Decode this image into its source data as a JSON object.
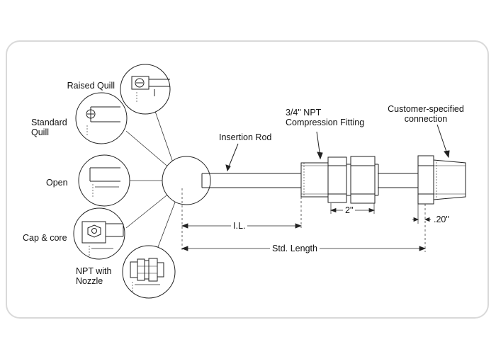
{
  "labels": {
    "raised_quill": "Raised Quill",
    "standard_quill": "Standard\nQuill",
    "open": "Open",
    "cap_core": "Cap & core",
    "npt_nozzle": "NPT with\nNozzle",
    "insertion_rod": "Insertion Rod",
    "compression_fitting": "3/4\" NPT\nCompression Fitting",
    "customer_connection": "Customer-specified\nconnection"
  },
  "dimensions": {
    "il": "I.L.",
    "std_length": "Std. Length",
    "fitting_width": "2\"",
    "connection_offset": ".20\""
  },
  "colors": {
    "line": "#222222",
    "frame": "#d9d9d9"
  }
}
